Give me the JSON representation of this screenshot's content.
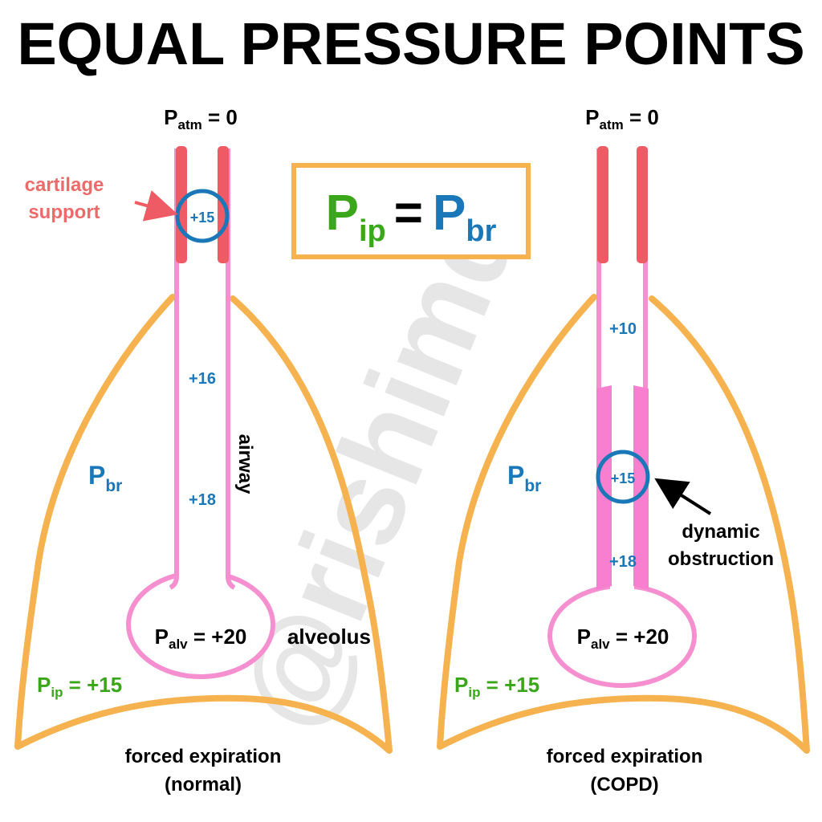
{
  "title": "EQUAL PRESSURE POINTS",
  "watermark": "@rishimd",
  "colors": {
    "lung_outline": "#f5b24e",
    "airway": "#f58fd0",
    "airway_wall_thick": "#f87fcf",
    "cartilage": "#ee5b64",
    "pressure_blue": "#1a78b8",
    "ip_green": "#3aa61a",
    "cartilage_text": "#ee6a6a",
    "watermark": "#d9d9d9",
    "box_border": "#f5b24e"
  },
  "equation": {
    "lhs_main": "P",
    "lhs_sub": "ip",
    "equals": "=",
    "rhs_main": "P",
    "rhs_sub": "br"
  },
  "normal": {
    "patm_main": "P",
    "patm_sub": "atm",
    "patm_value": " = 0",
    "cartilage_line1": "cartilage",
    "cartilage_line2": "support",
    "epp_value": "+15",
    "p16": "+16",
    "p18": "+18",
    "airway_label": "airway",
    "pbr_main": "P",
    "pbr_sub": "br",
    "palv_main": "P",
    "palv_sub": "alv",
    "palv_value": " = +20",
    "alveolus_label": "alveolus",
    "pip_main": "P",
    "pip_sub": "ip",
    "pip_value": " = +15",
    "caption_line1": "forced expiration",
    "caption_line2": "(normal)"
  },
  "copd": {
    "patm_main": "P",
    "patm_sub": "atm",
    "patm_value": " = 0",
    "p10": "+10",
    "epp_value": "+15",
    "p18": "+18",
    "dynamic_line1": "dynamic",
    "dynamic_line2": "obstruction",
    "pbr_main": "P",
    "pbr_sub": "br",
    "palv_main": "P",
    "palv_sub": "alv",
    "palv_value": " = +20",
    "pip_main": "P",
    "pip_sub": "ip",
    "pip_value": " = +15",
    "caption_line1": "forced expiration",
    "caption_line2": "(COPD)"
  }
}
